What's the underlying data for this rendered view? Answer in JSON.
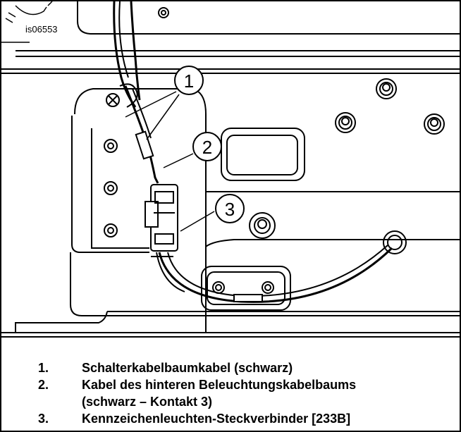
{
  "figure": {
    "image_id_label": "is06553",
    "callouts": [
      "1",
      "2",
      "3"
    ]
  },
  "legend": [
    {
      "number": "1.",
      "text": "Schalterkabelbaumkabel (schwarz)",
      "continuation": ""
    },
    {
      "number": "2.",
      "text": "Kabel des hinteren Beleuchtungskabelbaums",
      "continuation": "(schwarz – Kontakt 3)"
    },
    {
      "number": "3.",
      "text": "Kennzeichenleuchten-Steckverbinder [233B]",
      "continuation": ""
    }
  ],
  "colors": {
    "line": "#000000",
    "background": "#ffffff"
  }
}
